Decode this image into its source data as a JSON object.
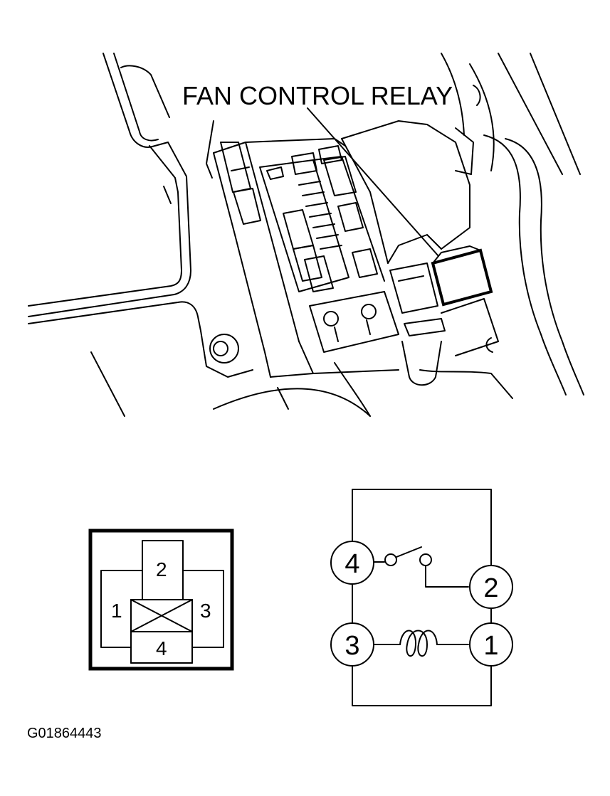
{
  "illustration": {
    "callout_label": "FAN CONTROL RELAY"
  },
  "connector": {
    "pins": [
      "1",
      "2",
      "3",
      "4"
    ]
  },
  "schematic": {
    "terminals": [
      "4",
      "2",
      "3",
      "1"
    ]
  },
  "figure_id": "G01864443"
}
